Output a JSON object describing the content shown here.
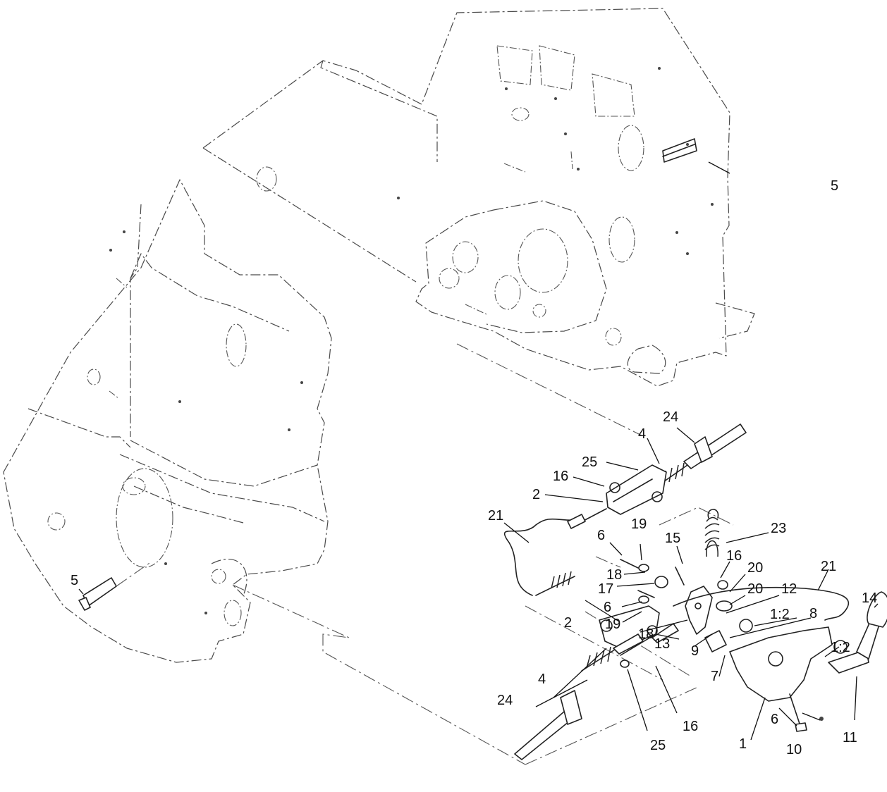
{
  "callouts": [
    {
      "id": "c5a",
      "text": "5"
    },
    {
      "id": "c5b",
      "text": "5"
    },
    {
      "id": "c24a",
      "text": "24"
    },
    {
      "id": "c4a",
      "text": "4"
    },
    {
      "id": "c25a",
      "text": "25"
    },
    {
      "id": "c16a",
      "text": "16"
    },
    {
      "id": "c2a",
      "text": "2"
    },
    {
      "id": "c21a",
      "text": "21"
    },
    {
      "id": "c6a",
      "text": "6"
    },
    {
      "id": "c19a",
      "text": "19"
    },
    {
      "id": "c15",
      "text": "15"
    },
    {
      "id": "c23",
      "text": "23"
    },
    {
      "id": "c16b",
      "text": "16"
    },
    {
      "id": "c18a",
      "text": "18"
    },
    {
      "id": "c20a",
      "text": "20"
    },
    {
      "id": "c17",
      "text": "17"
    },
    {
      "id": "c20b",
      "text": "20"
    },
    {
      "id": "c12",
      "text": "12"
    },
    {
      "id": "c21b",
      "text": "21"
    },
    {
      "id": "c6b",
      "text": "6"
    },
    {
      "id": "c19b",
      "text": "19"
    },
    {
      "id": "c18b",
      "text": "18"
    },
    {
      "id": "c12b",
      "text": "1:2"
    },
    {
      "id": "c8",
      "text": "8"
    },
    {
      "id": "c14",
      "text": "14"
    },
    {
      "id": "c13",
      "text": "13"
    },
    {
      "id": "c9",
      "text": "9"
    },
    {
      "id": "c7",
      "text": "7"
    },
    {
      "id": "c12c",
      "text": "1:2"
    },
    {
      "id": "c2b",
      "text": "2"
    },
    {
      "id": "c4b",
      "text": "4"
    },
    {
      "id": "c24b",
      "text": "24"
    },
    {
      "id": "c1",
      "text": "1"
    },
    {
      "id": "c16c",
      "text": "16"
    },
    {
      "id": "c6c",
      "text": "6"
    },
    {
      "id": "c10",
      "text": "10"
    },
    {
      "id": "c11",
      "text": "11"
    },
    {
      "id": "c25b",
      "text": "25"
    }
  ]
}
